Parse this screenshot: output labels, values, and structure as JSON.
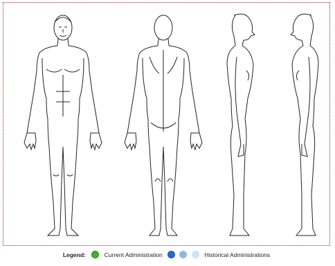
{
  "body_map": {
    "views": [
      "front",
      "back",
      "left-side",
      "right-side"
    ]
  },
  "legend": {
    "title": "Legend:",
    "current_label": "Current Administration",
    "historical_label": "Historical Administrations",
    "colors": {
      "current": "#43b02a",
      "historical_1": "#1f6fd1",
      "historical_2": "#8fb8ea",
      "historical_3": "#d0e2f7"
    }
  }
}
